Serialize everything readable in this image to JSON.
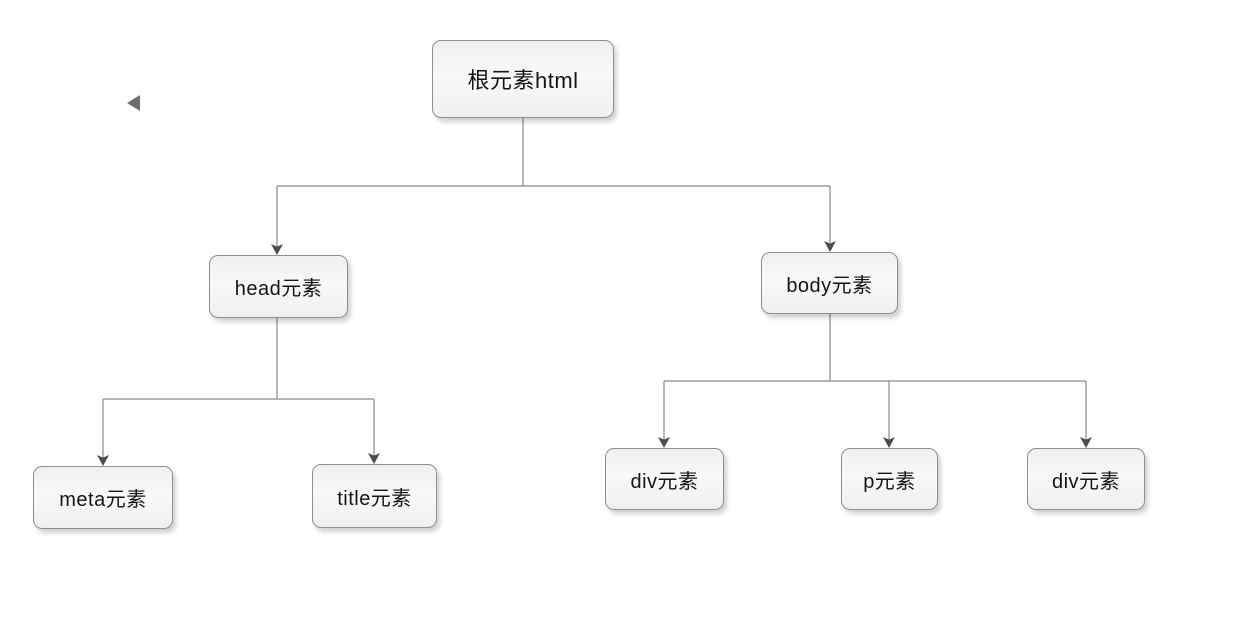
{
  "diagram": {
    "nodes": {
      "root": {
        "label": "根元素html"
      },
      "head": {
        "label": "head元素"
      },
      "body": {
        "label": "body元素"
      },
      "meta": {
        "label": "meta元素"
      },
      "title": {
        "label": "title元素"
      },
      "div1": {
        "label": "div元素"
      },
      "p": {
        "label": "p元素"
      },
      "div2": {
        "label": "div元素"
      }
    },
    "edges": [
      {
        "from": "root",
        "to": "head"
      },
      {
        "from": "root",
        "to": "body"
      },
      {
        "from": "head",
        "to": "meta"
      },
      {
        "from": "head",
        "to": "title"
      },
      {
        "from": "body",
        "to": "div1"
      },
      {
        "from": "body",
        "to": "p"
      },
      {
        "from": "body",
        "to": "div2"
      }
    ],
    "colors": {
      "connector": "#8a8a8a",
      "arrowhead": "#4d4d4d",
      "node_border": "#8e8e8e",
      "node_fill": "#f4f4f4",
      "text": "#141414",
      "back_icon": "#6e6e6e",
      "background": "#ffffff"
    },
    "icons": [
      {
        "name": "back-triangle-icon",
        "glyph": "left-pointing-triangle"
      }
    ]
  }
}
